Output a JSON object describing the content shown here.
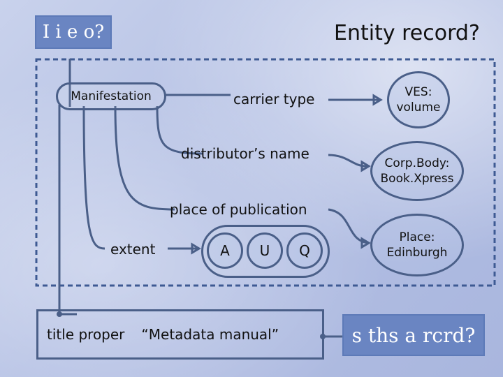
{
  "labels": {
    "top_left": "I i e o?",
    "top_right": "Entity record?",
    "bottom_right": "s ths a rcrd?",
    "manifestation": "Manifestation",
    "carrier_type": "carrier type",
    "distributor_name": "distributor’s name",
    "place_of_publication": "place of publication",
    "extent": "extent",
    "title_proper": "title proper",
    "title_value": "“Metadata manual”"
  },
  "entities": {
    "ves_line1": "VES:",
    "ves_line2": "volume",
    "corp_line1": "Corp.Body:",
    "corp_line2": "Book.Xpress",
    "place_line1": "Place:",
    "place_line2": "Edinburgh"
  },
  "aqu": [
    "A",
    "U",
    "Q"
  ],
  "colors": {
    "accent_box": "#6a85c2",
    "line": "#4a5f88",
    "dashed_frame": "#3e5a93"
  }
}
